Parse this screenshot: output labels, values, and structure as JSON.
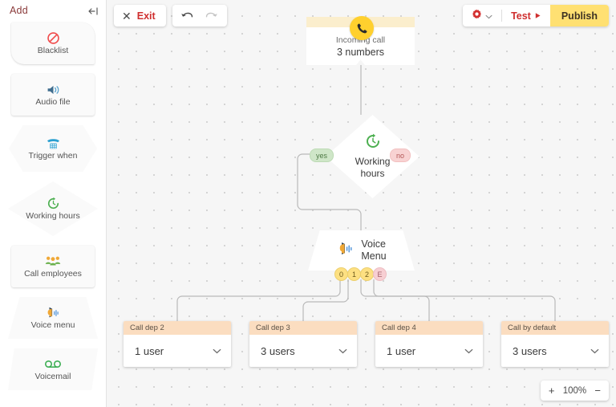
{
  "sidebar": {
    "title": "Add",
    "collapse_icon": "collapse-panel-icon",
    "items": [
      {
        "label": "Blacklist",
        "icon": "no-entry-icon",
        "shape": "blacklist"
      },
      {
        "label": "Audio file",
        "icon": "speaker-icon",
        "shape": "rect"
      },
      {
        "label": "Trigger when",
        "icon": "desk-phone-icon",
        "shape": "hex"
      },
      {
        "label": "Working hours",
        "icon": "clock-arrow-icon",
        "shape": "diamond"
      },
      {
        "label": "Call employees",
        "icon": "people-group-icon",
        "shape": "rect"
      },
      {
        "label": "Voice menu",
        "icon": "voice-menu-icon",
        "shape": "trap"
      },
      {
        "label": "Voicemail",
        "icon": "voicemail-icon",
        "shape": "para"
      }
    ]
  },
  "toolbar": {
    "exit_label": "Exit",
    "exit_icon": "close-x-icon",
    "undo_icon": "undo-arrow-icon",
    "redo_icon": "redo-arrow-icon",
    "settings_icon": "gear-icon",
    "settings_caret_icon": "chevron-down-icon",
    "test_label": "Test",
    "test_icon": "play-triangle-icon",
    "publish_label": "Publish"
  },
  "flow": {
    "incoming": {
      "icon": "phone-handset-icon",
      "title": "Incoming call",
      "subtitle": "3 numbers"
    },
    "working_hours": {
      "icon": "clock-arrow-icon",
      "line1": "Working",
      "line2": "hours",
      "yes_label": "yes",
      "no_label": "no"
    },
    "voice_menu": {
      "icon": "voice-menu-icon",
      "line1": "Voice",
      "line2": "Menu",
      "badges": [
        "0",
        "1",
        "2",
        "E"
      ]
    },
    "cards": [
      {
        "title": "Call dep 2",
        "value": "1 user",
        "caret": "chevron-down-icon"
      },
      {
        "title": "Call dep 3",
        "value": "3 users",
        "caret": "chevron-down-icon"
      },
      {
        "title": "Call dep 4",
        "value": "1 user",
        "caret": "chevron-down-icon"
      },
      {
        "title": "Call by default",
        "value": "3 users",
        "caret": "chevron-down-icon"
      }
    ]
  },
  "zoom": {
    "in_label": "+",
    "level": "100%",
    "out_label": "−"
  },
  "colors": {
    "accent_red": "#cf2f2f",
    "publish_yellow": "#ffe072",
    "node_yellow": "#ffd02e",
    "card_header_peach": "#fbddc0",
    "yes_green": "#cfe6c8",
    "no_pink": "#f8d2d2",
    "canvas_bg": "#f6f6f6"
  }
}
